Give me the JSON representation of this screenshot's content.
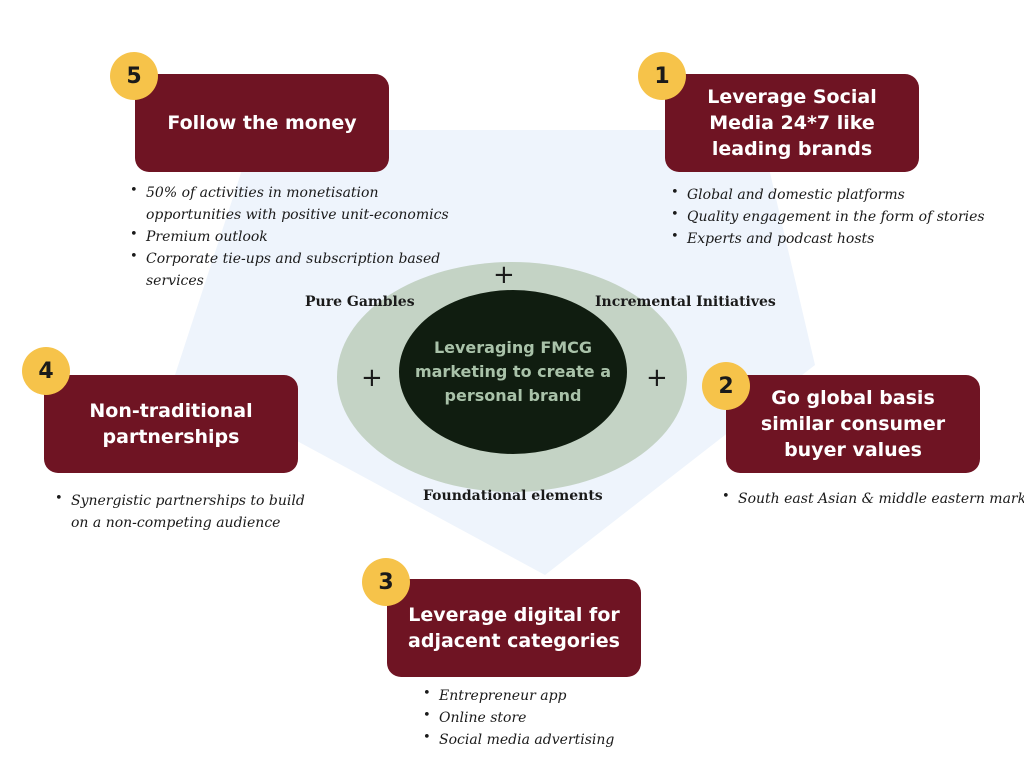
{
  "center": {
    "title": "Leveraging FMCG marketing to create a personal brand",
    "labels": {
      "top_left": "Pure Gambles",
      "top_right": "Incremental Initiatives",
      "bottom": "Foundational elements"
    },
    "plus_symbol": "+"
  },
  "nodes": [
    {
      "number": "1",
      "title": "Leverage Social Media 24*7 like leading brands",
      "bullets": [
        "Global and domestic platforms",
        "Quality engagement in the form of stories",
        "Experts and podcast hosts"
      ]
    },
    {
      "number": "2",
      "title": "Go global basis similar consumer buyer values",
      "bullets": [
        "South east Asian & middle eastern markets"
      ]
    },
    {
      "number": "3",
      "title": "Leverage digital for adjacent categories",
      "bullets": [
        "Entrepreneur app",
        "Online store",
        "Social media advertising"
      ]
    },
    {
      "number": "4",
      "title": "Non-traditional partnerships",
      "bullets": [
        "Synergistic partnerships to build on a non-competing audience"
      ]
    },
    {
      "number": "5",
      "title": "Follow the money",
      "bullets": [
        "50% of activities in monetisation opportunities with positive unit-economics",
        "Premium outlook",
        "Corporate tie-ups and subscription based services"
      ]
    }
  ],
  "colors": {
    "box": "#6f1423",
    "badge": "#f6c34a",
    "pentagon": "#eef4fc",
    "outer_ellipse": "#c4d3c5",
    "inner_ellipse": "#101d10",
    "center_text": "#a9c2a9"
  }
}
